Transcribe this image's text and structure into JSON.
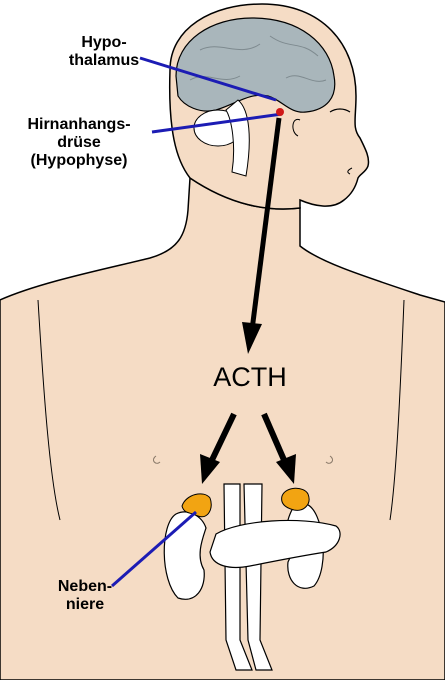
{
  "labels": {
    "hypothalamus": [
      "Hypo-",
      "thalamus"
    ],
    "pituitary": [
      "Hirnanhangs-",
      "drüse",
      "(Hypophyse)"
    ],
    "hormone": "ACTH",
    "adrenal": [
      "Neben-",
      "niere"
    ]
  },
  "colors": {
    "skin": "#f5dcc5",
    "outline": "#000000",
    "brain": "#a9b6bb",
    "pointer_line": "#1c1cb4",
    "adrenal_gland": "#f2a412",
    "pituitary_dot": "#d01818",
    "organ": "#ffffff"
  }
}
